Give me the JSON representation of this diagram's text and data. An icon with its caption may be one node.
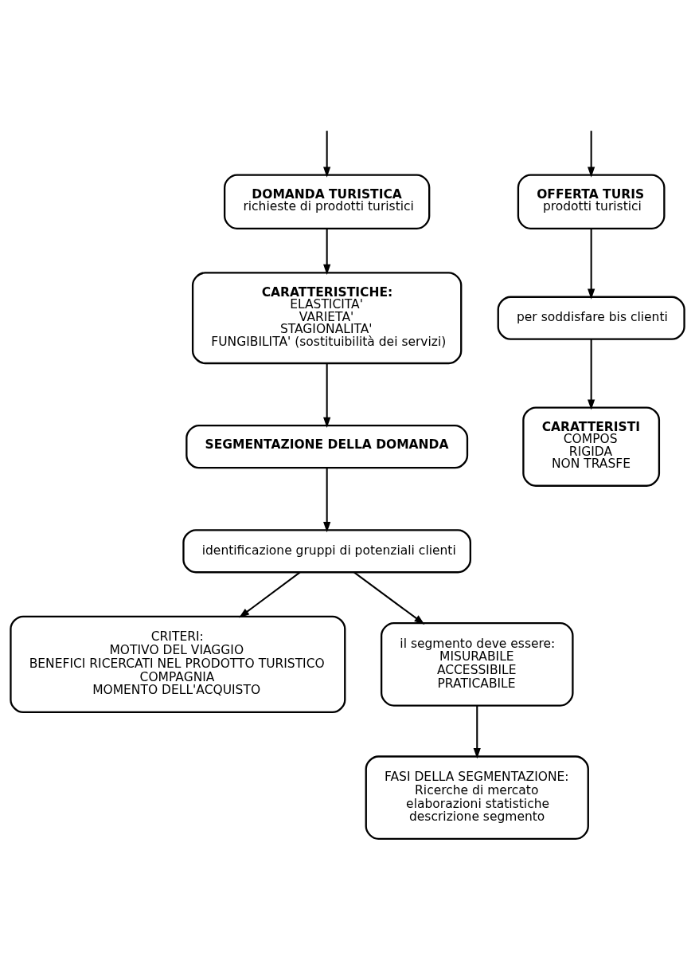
{
  "diagram": {
    "nodes": [
      {
        "text": [
          "DOMANDA TURISTICA",
          "richieste di prodotti turistici"
        ]
      },
      {
        "text": [
          "OFFERTA TURIS",
          "prodotti turistici"
        ]
      },
      {
        "text": [
          "CARATTERISTICHE:",
          "ELASTICITA'",
          "VARIETA'",
          "STAGIONALITA'",
          "FUNGIBILITA' (sostituibilità dei servizi)"
        ]
      },
      {
        "text": [
          "per soddisfare bis clienti"
        ]
      },
      {
        "text": [
          "CARATTERISTI",
          "COMPOS",
          "RIGIDA",
          "NON TRASFE"
        ]
      },
      {
        "text": [
          "SEGMENTAZIONE DELLA DOMANDA"
        ]
      },
      {
        "text": [
          "identificazione gruppi di potenziali clienti"
        ]
      },
      {
        "text": [
          "CRITERI:",
          "MOTIVO DEL VIAGGIO",
          "BENEFICI RICERCATI NEL PRODOTTO TURISTICO",
          "COMPAGNIA",
          "MOMENTO DELL'ACQUISTO"
        ]
      },
      {
        "text": [
          "il segmento deve essere:",
          "MISURABILE",
          "ACCESSIBILE",
          "PRATICABILE"
        ]
      },
      {
        "text": [
          "FASI DELLA SEGMENTAZIONE:",
          "Ricerche di mercato",
          "elaborazioni statistiche",
          "descrizione segmento"
        ]
      }
    ],
    "edges": [
      {
        "from": null,
        "to": 0,
        "arrow": "to"
      },
      {
        "from": null,
        "to": 1,
        "arrow": "to"
      },
      {
        "from": 0,
        "to": 2,
        "arrow": "to"
      },
      {
        "from": 1,
        "to": 3,
        "arrow": "to"
      },
      {
        "from": 3,
        "to": 4,
        "arrow": "to"
      },
      {
        "from": 2,
        "to": 5,
        "arrow": "to"
      },
      {
        "from": 5,
        "to": 6,
        "arrow": "to"
      },
      {
        "from": 6,
        "to": 7,
        "arrow": "to"
      },
      {
        "from": 6,
        "to": 8,
        "arrow": "to"
      },
      {
        "from": 8,
        "to": 9,
        "arrow": "to"
      }
    ]
  }
}
